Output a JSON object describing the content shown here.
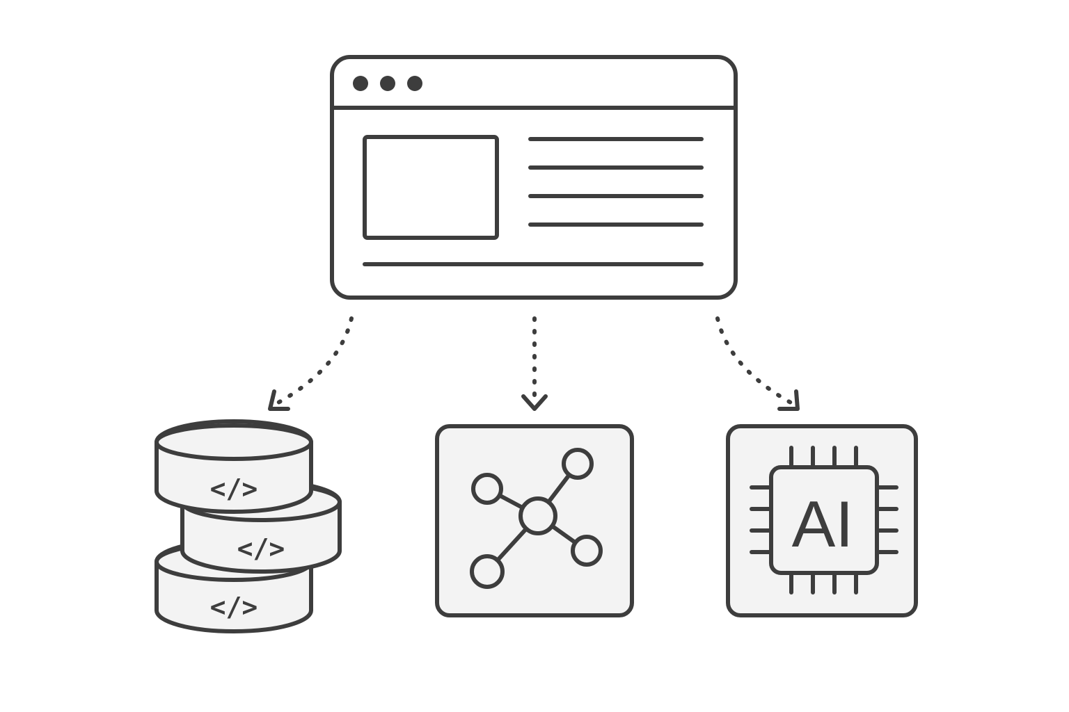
{
  "colors": {
    "ink": "#3d3d3d",
    "panel_fill": "#f3f3f3",
    "background": "#ffffff"
  },
  "browser_window": {
    "icon": "browser-window-icon",
    "traffic_lights": 3,
    "content_lines": 5
  },
  "connections": [
    {
      "from": "browser-window",
      "to": "code-database",
      "style": "dotted-arrow"
    },
    {
      "from": "browser-window",
      "to": "network-graph",
      "style": "dotted-arrow"
    },
    {
      "from": "browser-window",
      "to": "ai-chip",
      "style": "dotted-arrow"
    }
  ],
  "nodes": {
    "database": {
      "icon": "code-database-stack-icon",
      "layers": [
        {
          "label": "</>"
        },
        {
          "label": "</>"
        },
        {
          "label": "</>"
        }
      ]
    },
    "network": {
      "icon": "network-graph-icon"
    },
    "ai_chip": {
      "icon": "ai-chip-icon",
      "label": "AI"
    }
  }
}
